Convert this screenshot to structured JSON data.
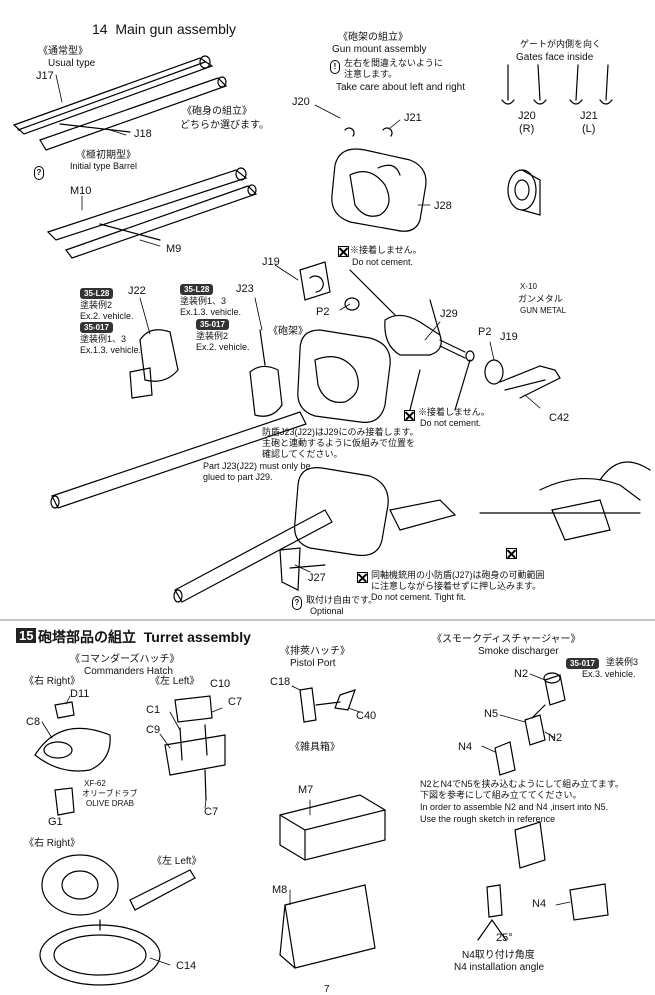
{
  "step14": {
    "number": "14",
    "title": "Main gun assembly",
    "usual_jp": "《通常型》",
    "usual_en": "Usual type",
    "barrel_assembly_jp": "《砲身の組立》",
    "barrel_assembly_jp2": "どちらか選びます。",
    "initial_jp": "《極初期型》",
    "initial_en": "Initial type Barrel",
    "gun_mount_jp": "《砲架の組立》",
    "gun_mount_en": "Gun mount assembly",
    "lr_caution_jp1": "左右を間違えないように",
    "lr_caution_jp2": "注意します。",
    "lr_caution_en": "Take care about left and right",
    "gates_jp": "ゲートが内側を向く",
    "gates_en": "Gates face inside",
    "no_cement_jp": "※接着しません。",
    "no_cement_en": "Do not cement.",
    "no_cement2_jp": "※接着しません。",
    "no_cement2_en": "Do not cement.",
    "gunmetal_code": "X-10",
    "gunmetal_jp": "ガンメタル",
    "gunmetal_en": "GUN METAL",
    "gun_mount_label": "《砲架》",
    "badge_3528a": "35-L28",
    "badge_3528b": "35-L28",
    "badge_35017a": "35-017",
    "badge_35017b": "35-017",
    "ex2_jp": "塗装例2",
    "ex2_en": "Ex.2. vehicle.",
    "ex13_jp": "塗装例1、3",
    "ex13_en": "Ex.1.3. vehicle.",
    "ex13b_jp": "塗装例1、3",
    "ex13b_en": "Ex.1.3. vehicle.",
    "ex2b_jp": "塗装例2",
    "ex2b_en": "Ex.2. vehicle.",
    "note_jp1": "防盾J23(J22)はJ29にのみ接着します。",
    "note_jp2": "主砲と連動するように仮組みで位置を",
    "note_jp3": "確認してください。",
    "note_en1": "Part J23(J22) must only be",
    "note_en2": "glued to part J29.",
    "j27_jp1": "同軸機銃用の小防盾(J27)は砲身の可動範囲",
    "j27_jp2": "に注意しながら接着せずに押し込みます。",
    "j27_en": "Do not cement. Tight fit.",
    "optional_jp": "取付け自由です。",
    "optional_en": "Optional",
    "parts": {
      "J17": "J17",
      "J18": "J18",
      "M10": "M10",
      "M9": "M9",
      "J20": "J20",
      "J21": "J21",
      "J20R": "J20",
      "J21L": "J21",
      "R": "(R)",
      "L": "(L)",
      "J28": "J28",
      "J19": "J19",
      "J19b": "J19",
      "P2": "P2",
      "P2b": "P2",
      "J29": "J29",
      "J22": "J22",
      "J23": "J23",
      "C42": "C42",
      "J27": "J27"
    }
  },
  "step15": {
    "number": "15",
    "title_jp": "砲塔部品の組立",
    "title_en": "Turret assembly",
    "cmd_hatch_jp": "《コマンダーズハッチ》",
    "cmd_hatch_en": "Commanders Hatch",
    "right_jp": "《右 Right》",
    "left_jp": "《左 Left》",
    "right2_jp": "《右 Right》",
    "left2_jp": "《左 Left》",
    "paint_code": "XF-62",
    "paint_jp": "オリーブドラブ",
    "paint_en": "OLIVE DRAB",
    "pistol_jp": "《排莢ハッチ》",
    "pistol_en": "Pistol Port",
    "stowage_jp": "《雑具箱》",
    "smoke_jp": "《スモークディスチャージャー》",
    "smoke_en": "Smoke discharger",
    "badge_35017": "35-017",
    "ex3_jp": "塗装例3",
    "ex3_en": "Ex.3. vehicle.",
    "n_note_jp1": "N2とN4でN5を挟み込むようにして組み立てます。",
    "n_note_jp2": "下図を参考にして組み立ててください。",
    "n_note_en1": "In order to assemble N2 and N4 ,insert into N5.",
    "n_note_en2": "Use the rough sketch in reference",
    "angle": "25°",
    "angle_jp": "N4取り付け角度",
    "angle_en": "N4 installation angle",
    "parts": {
      "D11": "D11",
      "C8": "C8",
      "G1": "G1",
      "C10": "C10",
      "C1": "C1",
      "C7": "C7",
      "C9": "C9",
      "C7b": "C7",
      "C14": "C14",
      "C18": "C18",
      "C40": "C40",
      "M7": "M7",
      "M8": "M8",
      "N2": "N2",
      "N5": "N5",
      "N2b": "N2",
      "N4": "N4",
      "N4b": "N4"
    }
  },
  "page_number": "7"
}
